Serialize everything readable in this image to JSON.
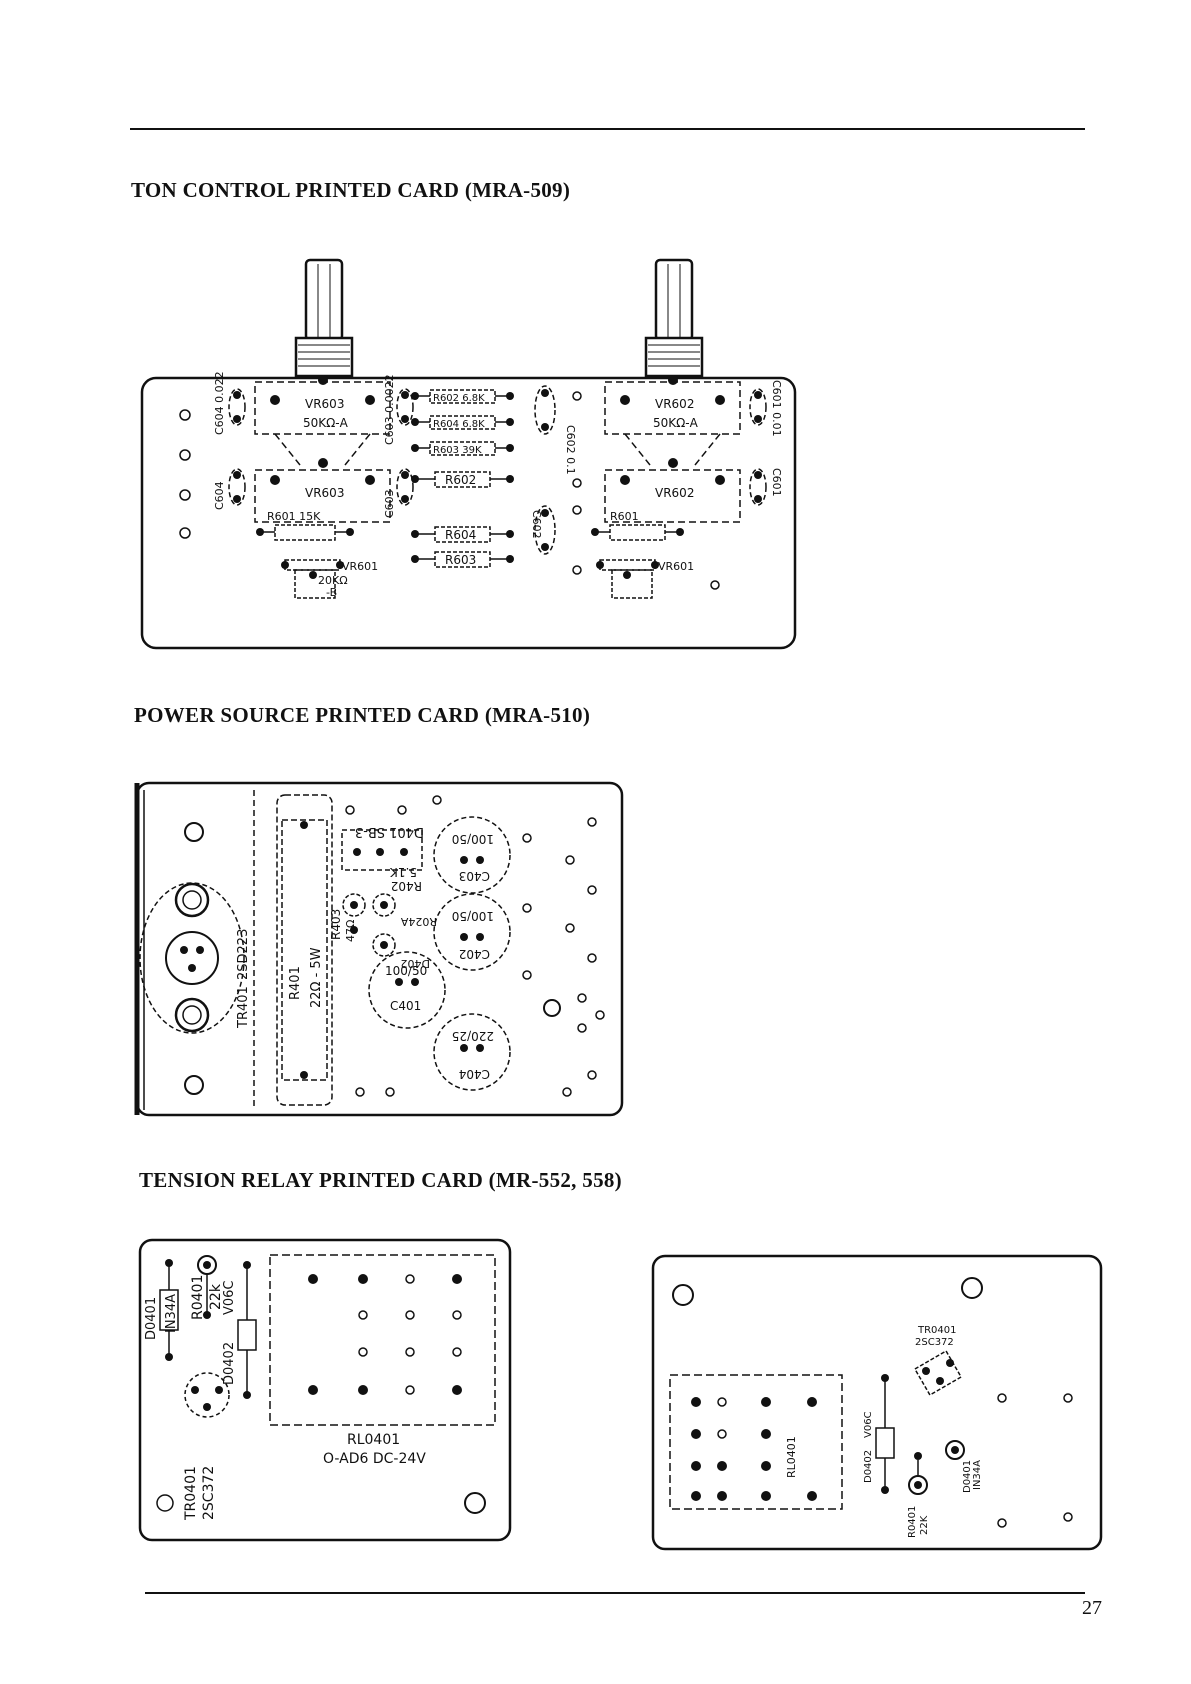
{
  "headings": {
    "ton": "TON CONTROL PRINTED CARD (MRA-509)",
    "power": "POWER SOURCE PRINTED CARD (MRA-510)",
    "relay": "TENSION RELAY PRINTED CARD (MR-552, 558)"
  },
  "page_number": "27",
  "ton_board": {
    "c604_val": "C604 0.022",
    "c604": "C604",
    "vr603_a": "VR603",
    "vr603_val": "50KΩ-A",
    "vr603_b": "VR603",
    "c603_val": "C603 0.0022",
    "c603": "C603",
    "r602_val": "R602 6.8K",
    "r604_val": "R604 6.8K",
    "r603_val": "R603 39K",
    "r602": "R602",
    "r604": "R604",
    "r603": "R603",
    "c602_val": "C602 0.1",
    "c602": "C602",
    "vr602_a": "VR602",
    "vr602_val": "50KΩ-A",
    "vr602_b": "VR602",
    "c601_val": "C601 0.01",
    "c601": "C601",
    "r601_left": "R601 15K",
    "r601_right": "R601",
    "vr601_left": "VR601",
    "vr601_left_val": "20KΩ",
    "vr601_left_taper": "-B",
    "vr601_right": "VR601"
  },
  "power_board": {
    "d401": "D401 SB-3",
    "r402": "R402",
    "r402_val": "5.1K",
    "r403": "R403",
    "r403_val": "47Ω",
    "d402": "D402",
    "r024a": "R024A",
    "c403": "C403",
    "c403_val": "100/50",
    "c402": "C402",
    "c402_val": "100/50",
    "c401": "C401",
    "c401_val": "100/50",
    "c404": "C404",
    "c404_val": "220/25",
    "r401": "R401",
    "r401_val": "22Ω - 5W",
    "tr401": "TR401",
    "tr401_val": "2SD223"
  },
  "relay_board_left": {
    "d0401": "D0401",
    "d0401_val": "IN34A",
    "r0401": "R0401",
    "r0401_val": "22k",
    "d0402": "D0402",
    "d0402_val": "V06C",
    "tr0401": "TR0401",
    "tr0401_val": "2SC372",
    "rl0401": "RL0401",
    "rl0401_val": "O-AD6 DC-24V"
  },
  "relay_board_right": {
    "tr0401": "TR0401",
    "tr0401_val": "2SC372",
    "d0402": "D0402",
    "d0402_val": "V06C",
    "rl0401": "RL0401",
    "r0401": "R0401",
    "r0401_val": "22K",
    "d0401": "D0401",
    "d0401_val": "IN34A"
  }
}
